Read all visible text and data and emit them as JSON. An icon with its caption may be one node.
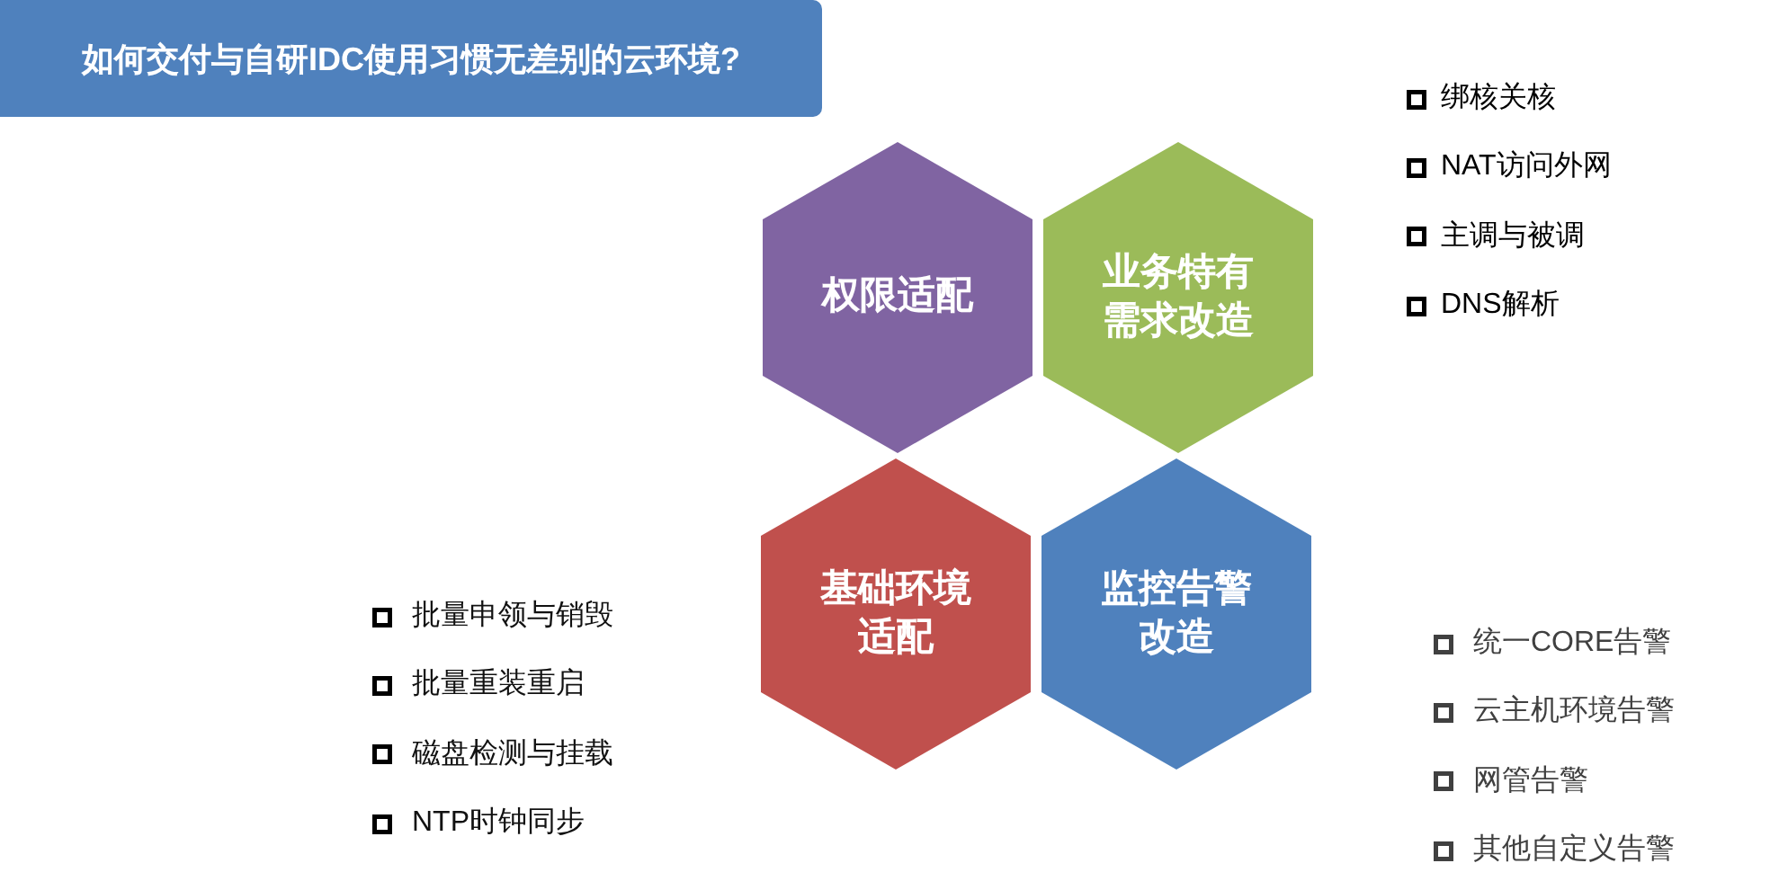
{
  "diagram": {
    "title": "如何交付与自研IDC使用习惯无差别的云环境?",
    "nodes": [
      {
        "text": [
          "权限适配"
        ]
      },
      {
        "text": [
          "业务特有需求改造"
        ],
        "beside": [
          "绑核关核",
          "NAT访问外网",
          "主调与被调",
          "DNS解析"
        ]
      },
      {
        "text": [
          "基础环境适配"
        ],
        "beside": [
          "批量申领与销毁",
          "批量重装重启",
          "磁盘检测与挂载",
          "NTP时钟同步"
        ]
      },
      {
        "text": [
          "监控告警改造"
        ],
        "beside": [
          "统一CORE告警",
          "云主机环境告警",
          "网管告警",
          "其他自定义告警"
        ]
      }
    ]
  }
}
